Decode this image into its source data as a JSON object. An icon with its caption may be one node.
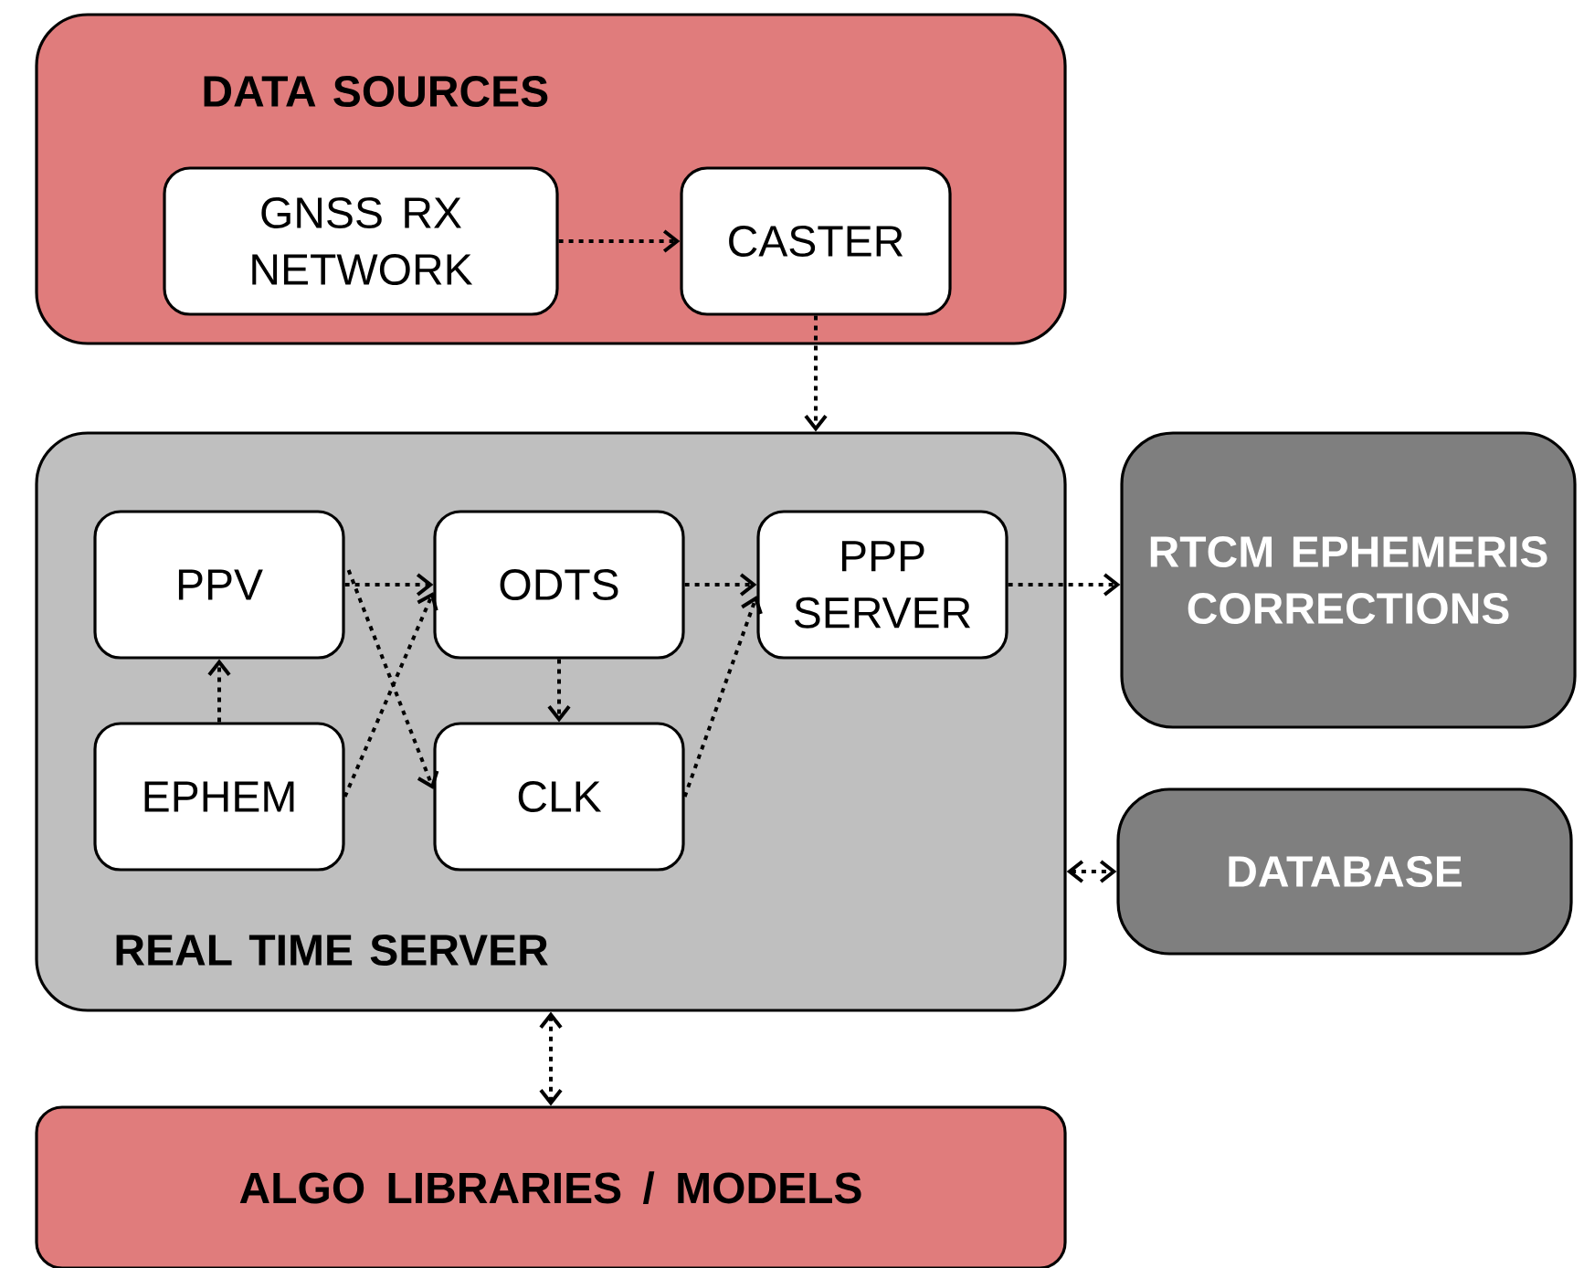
{
  "diagram": {
    "nodes": [
      {
        "text": [
          "DATA SOURCES"
        ]
      },
      {
        "text": [
          "GNSS RX NETWORK"
        ],
        "in": 0
      },
      {
        "text": [
          "CASTER"
        ],
        "in": 0
      },
      {
        "text": [
          "REAL TIME SERVER"
        ]
      },
      {
        "text": [
          "PPV"
        ],
        "in": 3
      },
      {
        "text": [
          "ODTS"
        ],
        "in": 3
      },
      {
        "text": [
          "PPP SERVER"
        ],
        "in": 3
      },
      {
        "text": [
          "EPHEM"
        ],
        "in": 3
      },
      {
        "text": [
          "CLK"
        ],
        "in": 3
      },
      {
        "text": [
          "RTCM EPHEMERIS CORRECTIONS"
        ]
      },
      {
        "text": [
          "DATABASE"
        ]
      },
      {
        "text": [
          "ALGO LIBRARIES / MODELS"
        ]
      }
    ],
    "edges": [
      {
        "from": 1,
        "to": 2,
        "arrow": "to"
      },
      {
        "from": 2,
        "to": 3,
        "arrow": "to"
      },
      {
        "from": 4,
        "to": 5,
        "arrow": "to"
      },
      {
        "from": 4,
        "to": 8,
        "arrow": "to"
      },
      {
        "from": 7,
        "to": 4,
        "arrow": "to"
      },
      {
        "from": 7,
        "to": 5,
        "arrow": "to"
      },
      {
        "from": 5,
        "to": 8,
        "arrow": "to"
      },
      {
        "from": 5,
        "to": 6,
        "arrow": "to"
      },
      {
        "from": 8,
        "to": 6,
        "arrow": "to"
      },
      {
        "from": 6,
        "to": 9,
        "arrow": "to"
      },
      {
        "from": 3,
        "to": 10,
        "arrow": "both"
      },
      {
        "from": 3,
        "to": 11,
        "arrow": "both"
      }
    ]
  }
}
